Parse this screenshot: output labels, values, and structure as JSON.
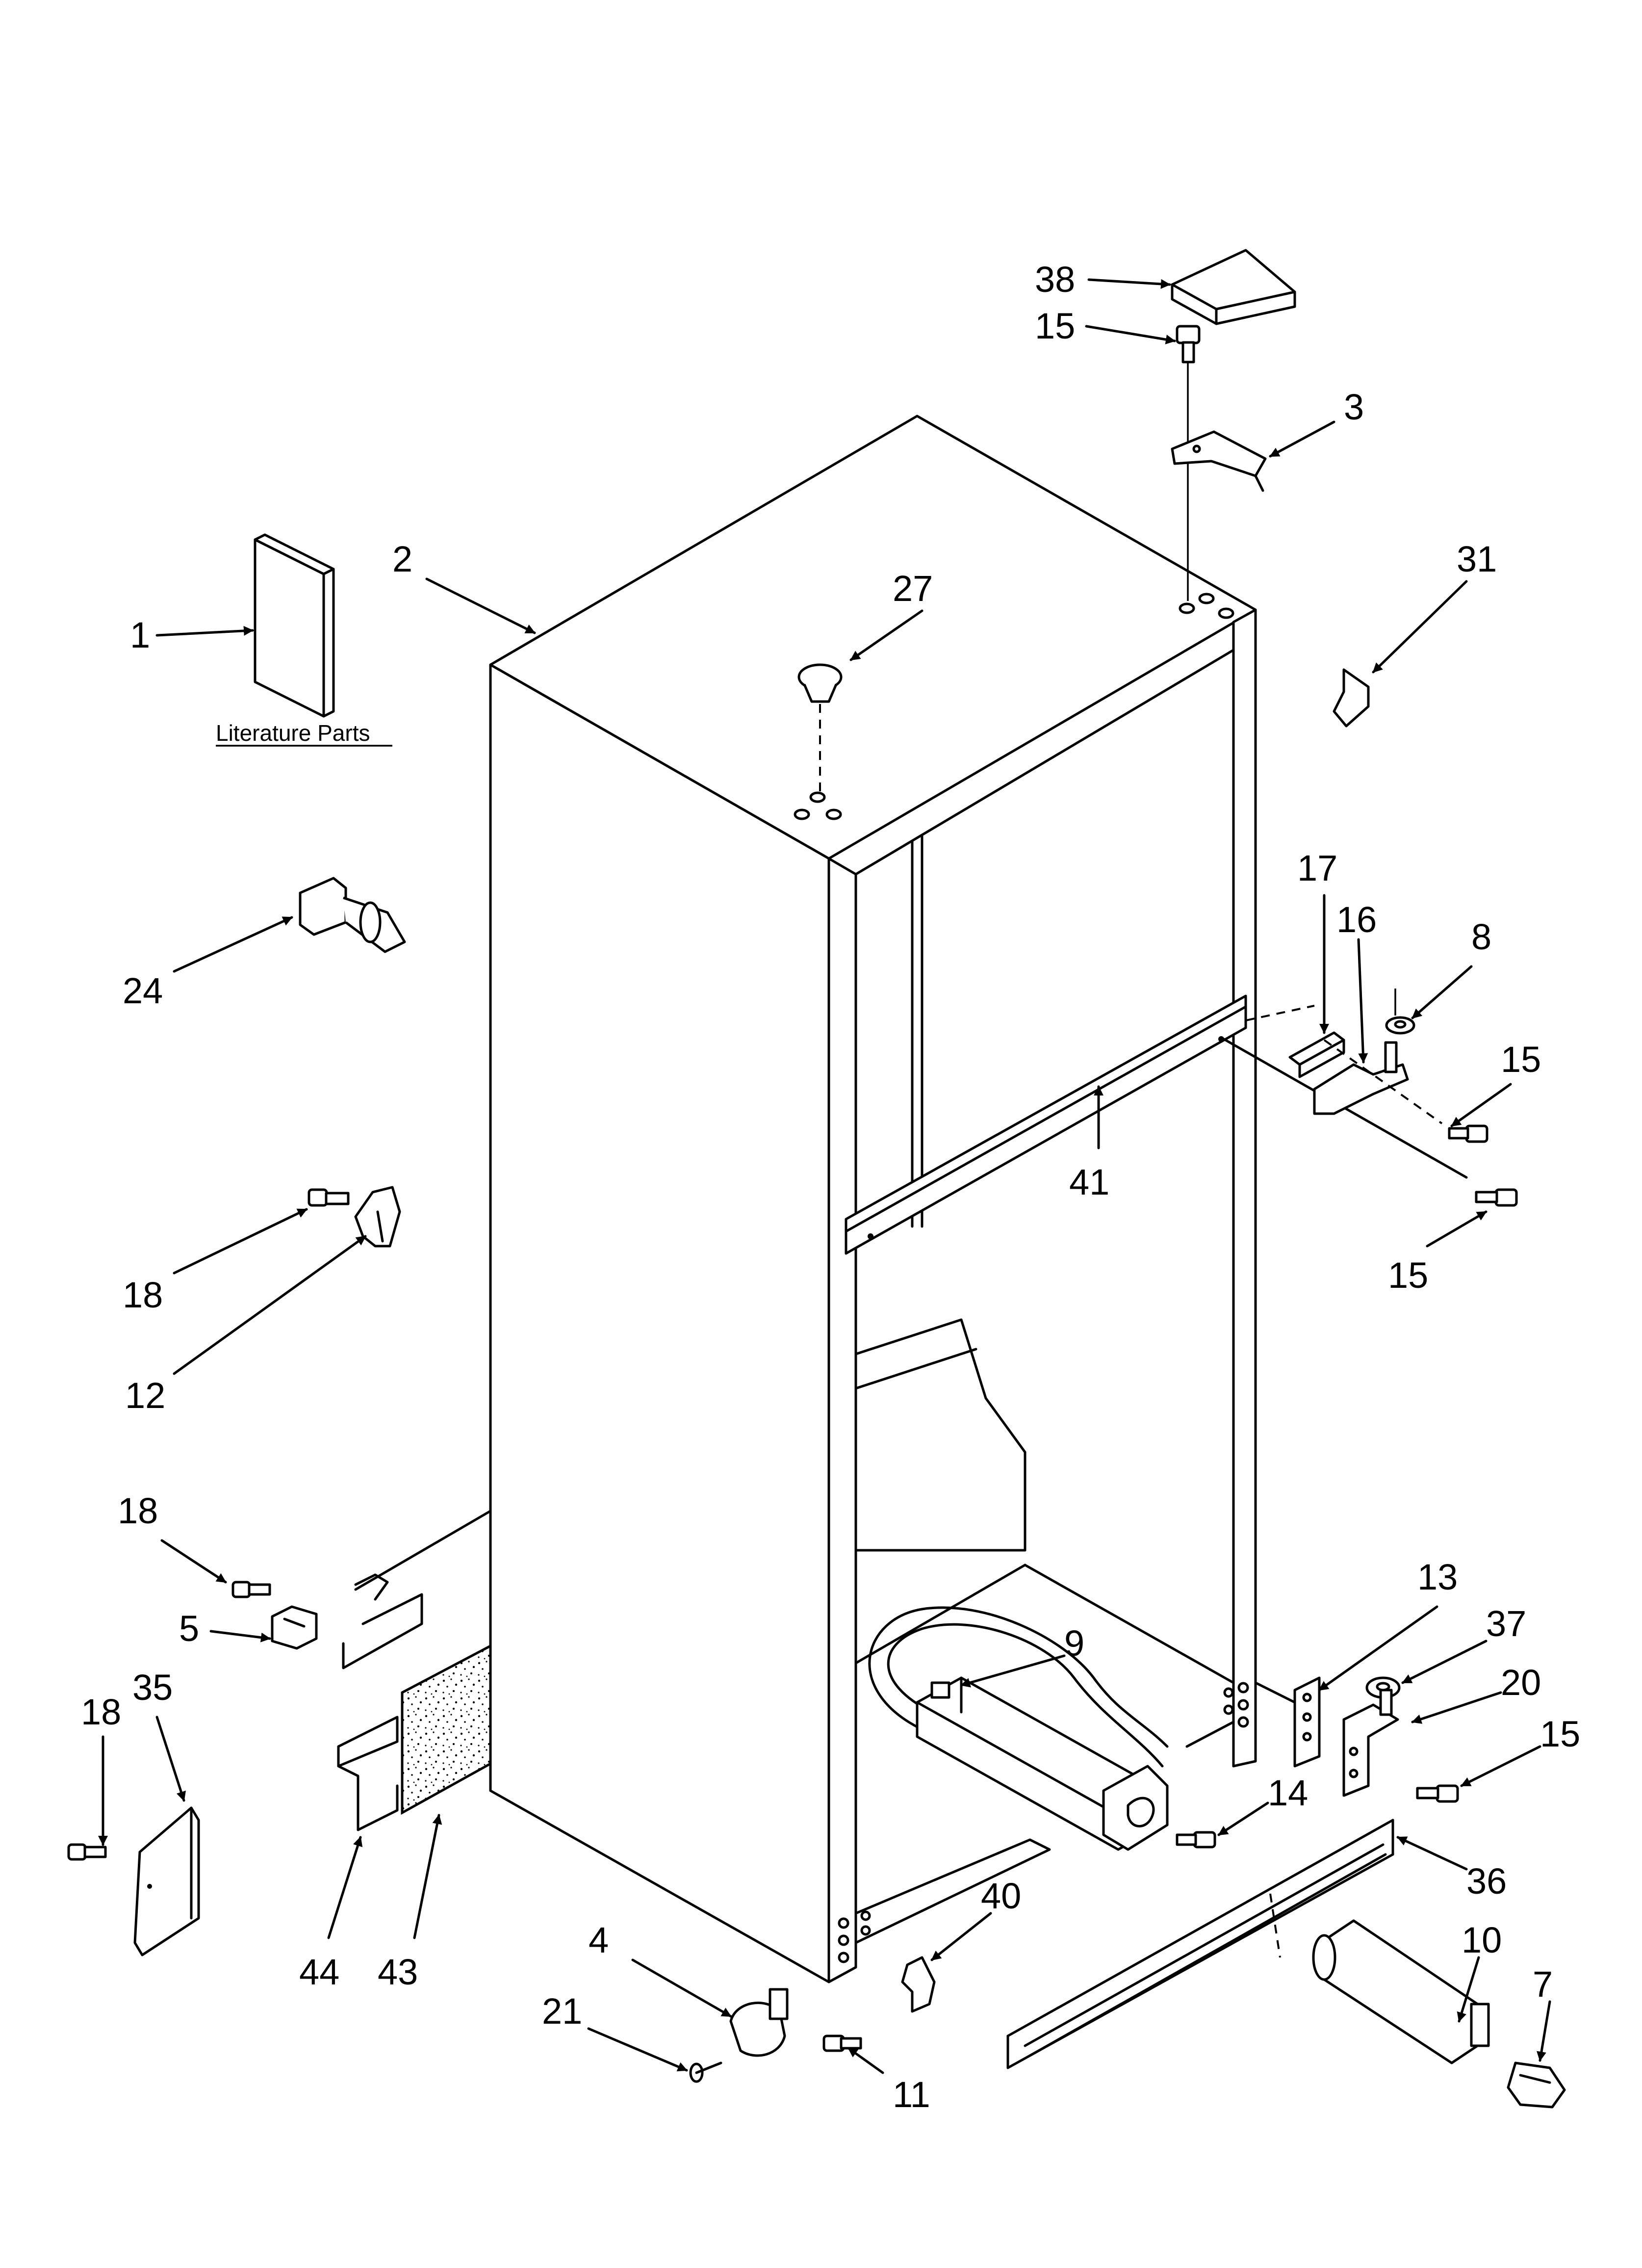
{
  "literature_caption": "Literature Parts",
  "callouts": [
    {
      "id": "c1",
      "text": "1"
    },
    {
      "id": "c2",
      "text": "2"
    },
    {
      "id": "c3",
      "text": "3"
    },
    {
      "id": "c4",
      "text": "4"
    },
    {
      "id": "c5",
      "text": "5"
    },
    {
      "id": "c7",
      "text": "7"
    },
    {
      "id": "c8",
      "text": "8"
    },
    {
      "id": "c9",
      "text": "9"
    },
    {
      "id": "c10",
      "text": "10"
    },
    {
      "id": "c11",
      "text": "11"
    },
    {
      "id": "c12",
      "text": "12"
    },
    {
      "id": "c13",
      "text": "13"
    },
    {
      "id": "c14",
      "text": "14"
    },
    {
      "id": "c15a",
      "text": "15"
    },
    {
      "id": "c15b",
      "text": "15"
    },
    {
      "id": "c15c",
      "text": "15"
    },
    {
      "id": "c15d",
      "text": "15"
    },
    {
      "id": "c16",
      "text": "16"
    },
    {
      "id": "c17",
      "text": "17"
    },
    {
      "id": "c18a",
      "text": "18"
    },
    {
      "id": "c18b",
      "text": "18"
    },
    {
      "id": "c18c",
      "text": "18"
    },
    {
      "id": "c20",
      "text": "20"
    },
    {
      "id": "c21",
      "text": "21"
    },
    {
      "id": "c24",
      "text": "24"
    },
    {
      "id": "c27",
      "text": "27"
    },
    {
      "id": "c31",
      "text": "31"
    },
    {
      "id": "c35",
      "text": "35"
    },
    {
      "id": "c36",
      "text": "36"
    },
    {
      "id": "c37",
      "text": "37"
    },
    {
      "id": "c38",
      "text": "38"
    },
    {
      "id": "c40",
      "text": "40"
    },
    {
      "id": "c41",
      "text": "41"
    },
    {
      "id": "c43",
      "text": "43"
    },
    {
      "id": "c44",
      "text": "44"
    }
  ]
}
